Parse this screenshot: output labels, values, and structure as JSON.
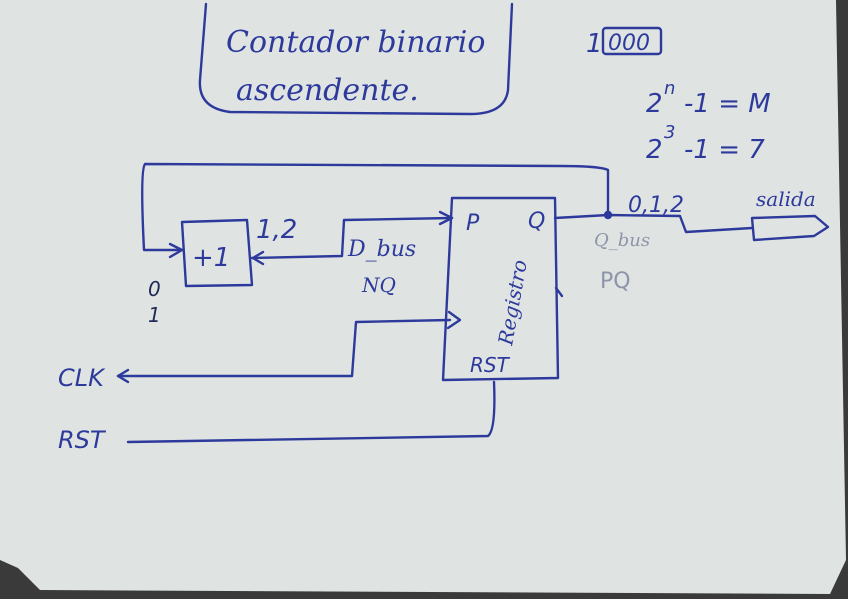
{
  "colors": {
    "ink": "#2d3a9c",
    "faded_ink": "#8f95a8",
    "paper": "#dfe4e3",
    "paper_edge": "#cfd4d4",
    "background": "#3a3a3a"
  },
  "title": {
    "line1": "Contador binario",
    "line2": "ascendente."
  },
  "notes": {
    "binary_prefix": "1",
    "binary_boxed": "000",
    "formula_general": {
      "base": "2",
      "exp": "n",
      "rest": "-1 = M"
    },
    "formula_value": {
      "base": "2",
      "exp": "3",
      "rest": "-1 = 7"
    }
  },
  "blocks": {
    "adder": {
      "label": "+1"
    },
    "register": {
      "input_label": "P",
      "output_label": "Q",
      "name": "Registro",
      "reset_label": "RST"
    }
  },
  "labels": {
    "adder_output_values": "1,2",
    "adder_input_values_top": "0",
    "adder_input_values_bottom": "1",
    "d_bus": "D_bus",
    "d_bus_note": "NQ",
    "q_bus": "Q_bus",
    "q_bus_note": "PQ",
    "output_values": "0,1,2",
    "output_name": "salida",
    "clock": "CLK",
    "reset": "RST"
  }
}
